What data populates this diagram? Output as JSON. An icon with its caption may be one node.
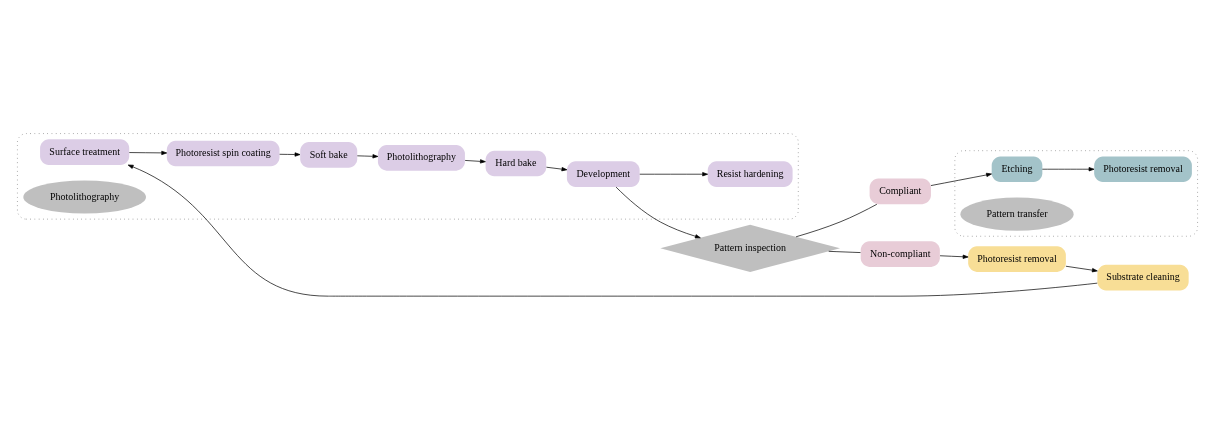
{
  "diagram": {
    "nodes": [
      {
        "text": [
          "Substrate cleaning"
        ]
      },
      {
        "text": [
          "Photoresist removal"
        ]
      },
      {
        "text": [],
        "shape": "box"
      },
      {
        "text": [
          "Surface treatment"
        ],
        "in": 2
      },
      {
        "text": [
          "Photoresist spin coating"
        ],
        "in": 2
      },
      {
        "text": [
          "Soft bake"
        ],
        "in": 2
      },
      {
        "text": [
          "Photolithography"
        ],
        "in": 2
      },
      {
        "text": [
          "Photolithography"
        ],
        "in": 2
      },
      {
        "text": [
          "Resist hardening"
        ],
        "in": 2
      },
      {
        "text": [
          "Development"
        ],
        "in": 2
      },
      {
        "text": [
          "Hard bake"
        ],
        "in": 2
      },
      {
        "text": [
          "Pattern inspection"
        ]
      },
      {
        "text": [
          "Non-compliant"
        ]
      },
      {
        "text": [
          "Compliant"
        ]
      },
      {
        "text": [],
        "shape": "box"
      },
      {
        "text": [
          "Etching"
        ],
        "in": 14
      },
      {
        "text": [
          "Photoresist removal"
        ],
        "in": 14
      },
      {
        "text": [
          "Pattern transfer"
        ],
        "in": 14
      }
    ],
    "edges": [
      {
        "from": 0,
        "to": 3,
        "arrow": "to"
      },
      {
        "from": 3,
        "to": 4,
        "arrow": "to"
      },
      {
        "from": 4,
        "to": 5,
        "arrow": "to"
      },
      {
        "from": 5,
        "to": 6,
        "arrow": "to"
      },
      {
        "from": 6,
        "to": 10,
        "arrow": "to"
      },
      {
        "from": 10,
        "to": 9,
        "arrow": "to"
      },
      {
        "from": 9,
        "to": 8,
        "arrow": "to"
      },
      {
        "from": 9,
        "to": 11,
        "arrow": "to"
      },
      {
        "from": 11,
        "to": 12,
        "arrow": "none"
      },
      {
        "from": 12,
        "to": 1,
        "arrow": "to"
      },
      {
        "from": 1,
        "to": 0,
        "arrow": "to"
      },
      {
        "from": 11,
        "to": 13,
        "arrow": "none"
      },
      {
        "from": 13,
        "to": 15,
        "arrow": "to"
      },
      {
        "from": 15,
        "to": 16,
        "arrow": "to"
      }
    ]
  }
}
